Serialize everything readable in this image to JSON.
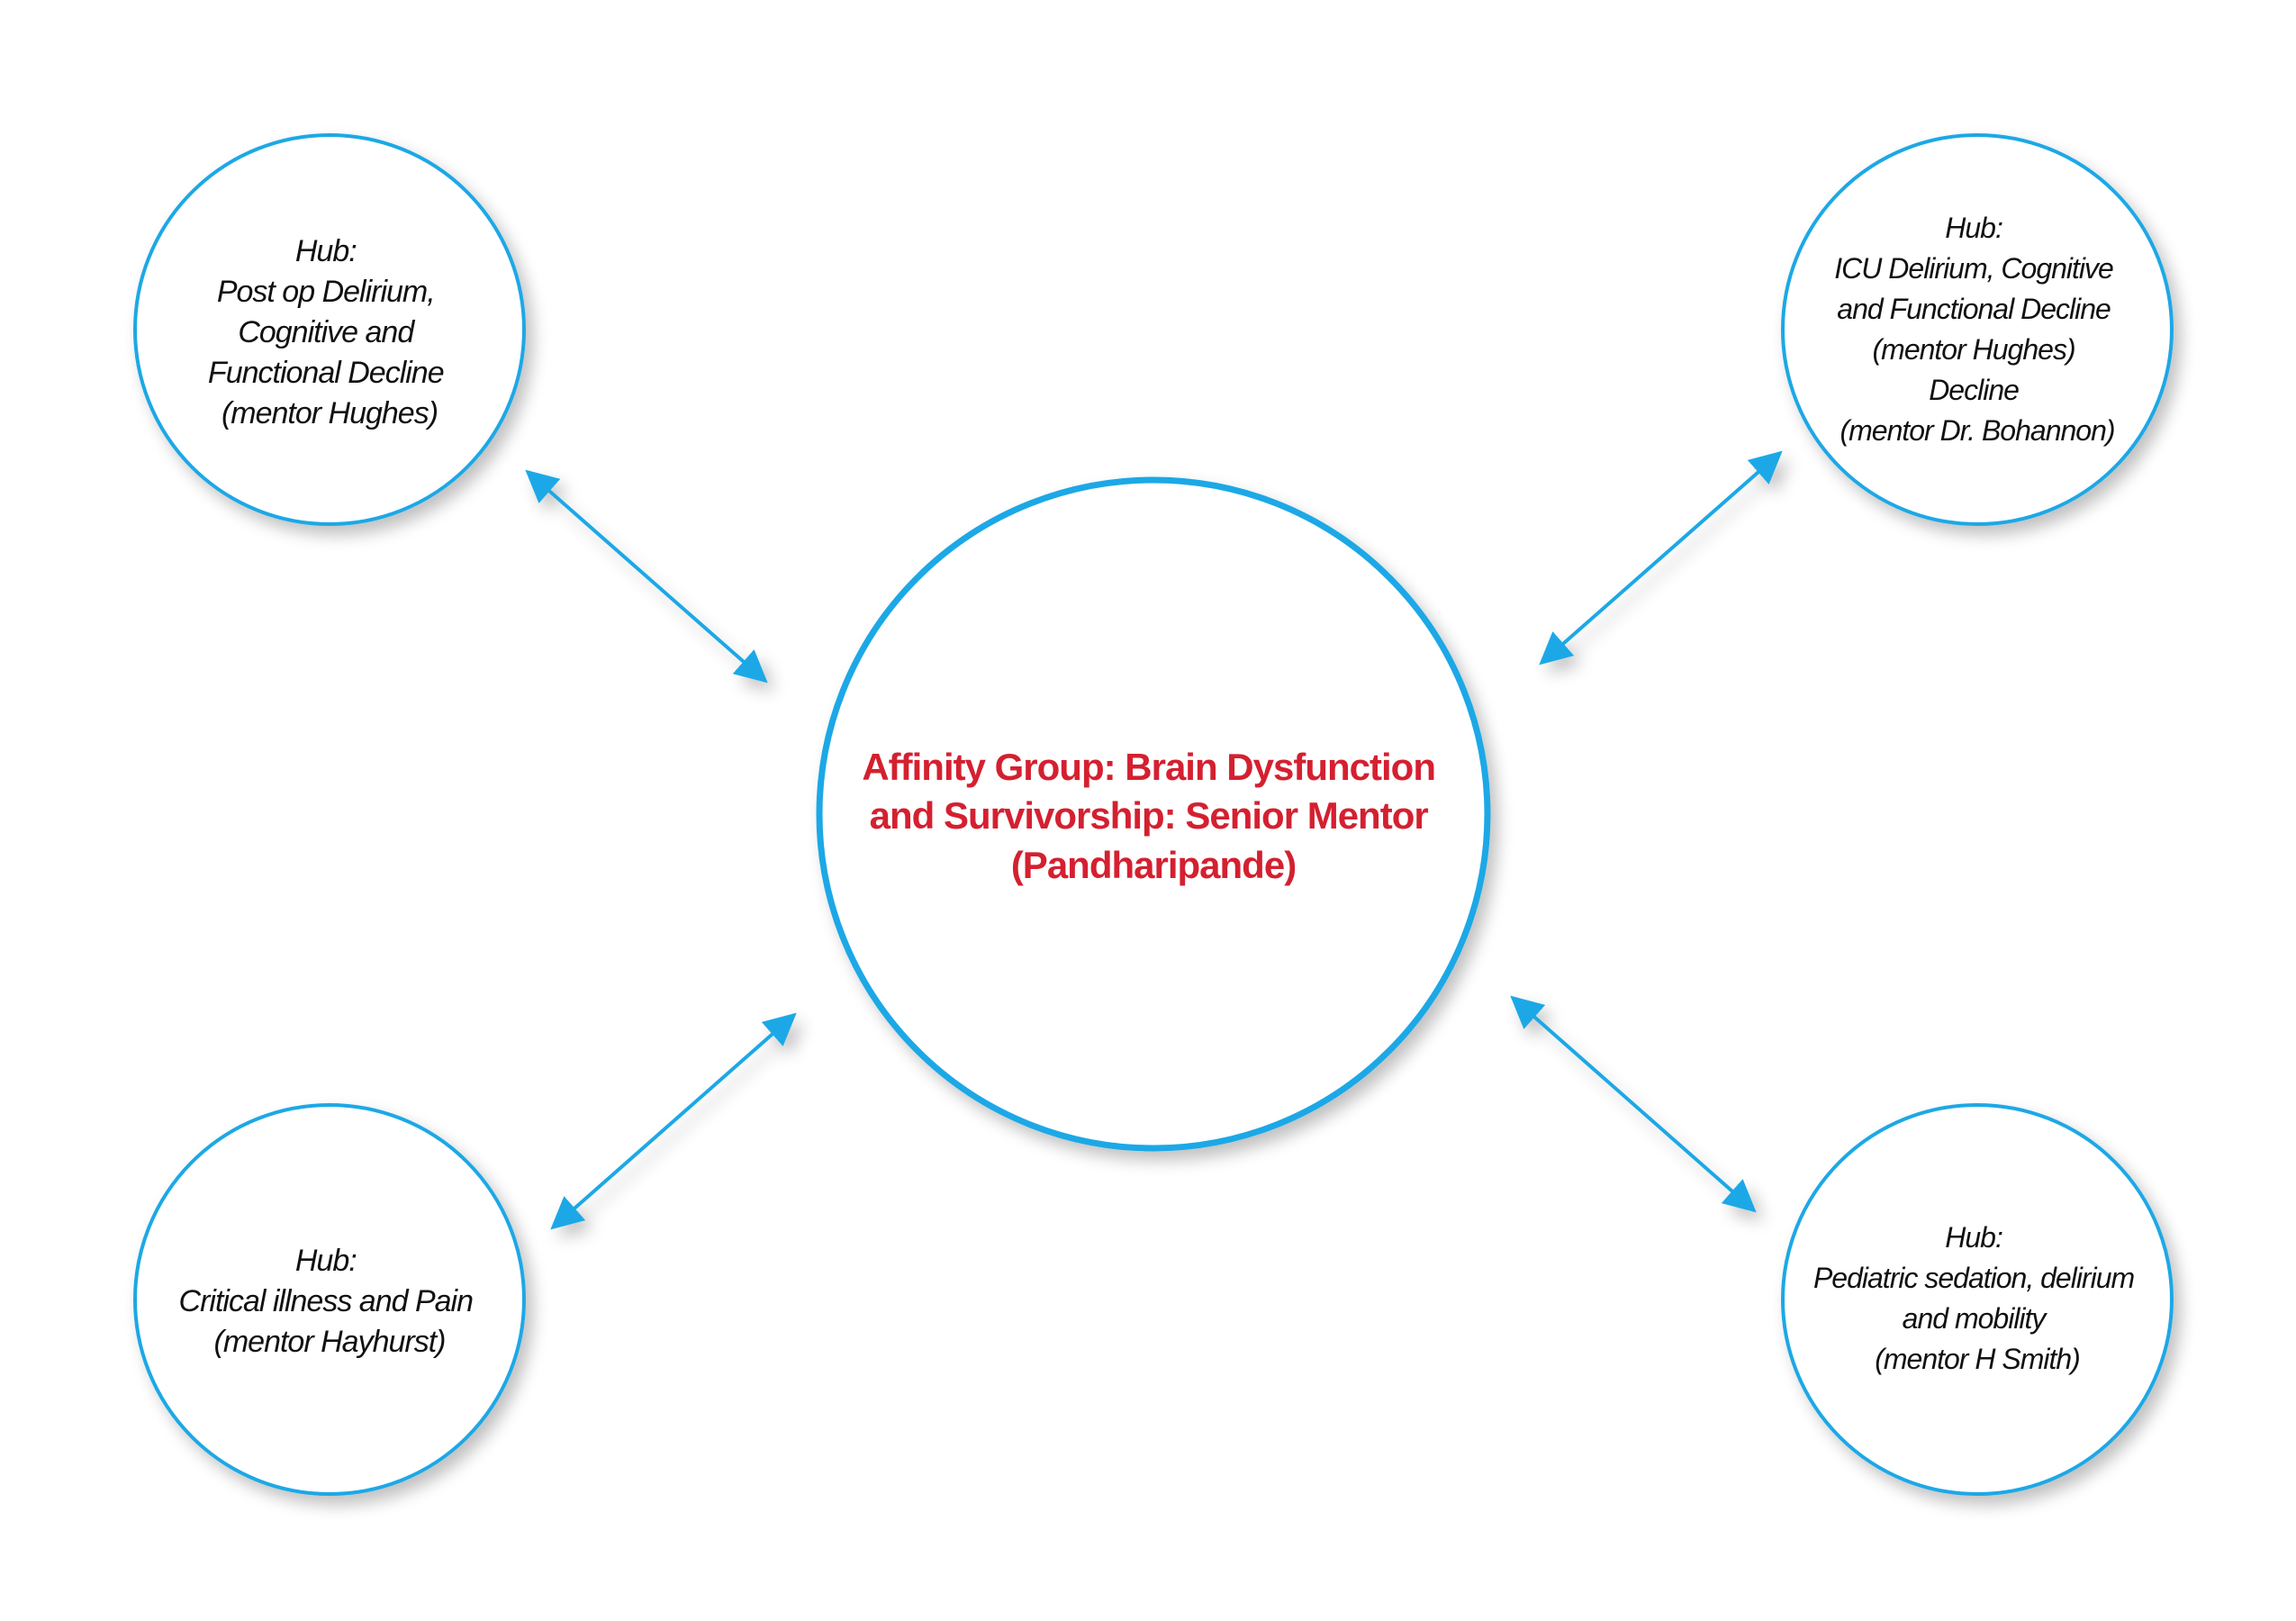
{
  "colors": {
    "accent": "#1ea8e6",
    "title": "#d42030",
    "text": "#111111"
  },
  "center": {
    "lines": [
      "Affinity Group: Brain Dysfunction",
      "and Survivorship: Senior Mentor",
      "(Pandharipande)"
    ]
  },
  "hubs": [
    {
      "lines": [
        "Hub:",
        "Post op Delirium,",
        "Cognitive and",
        "Functional Decline",
        "(mentor Hughes)"
      ]
    },
    {
      "lines": [
        "Hub:",
        "ICU Delirium, Cognitive",
        "and Functional Decline",
        "(mentor Hughes)",
        "Decline",
        "(mentor Dr. Bohannon)"
      ]
    },
    {
      "lines": [
        "Hub:",
        "Critical illness and Pain",
        "(mentor Hayhurst)"
      ]
    },
    {
      "lines": [
        "Hub:",
        "Pediatric sedation, delirium",
        "and mobility",
        "(mentor H Smith)"
      ]
    }
  ]
}
